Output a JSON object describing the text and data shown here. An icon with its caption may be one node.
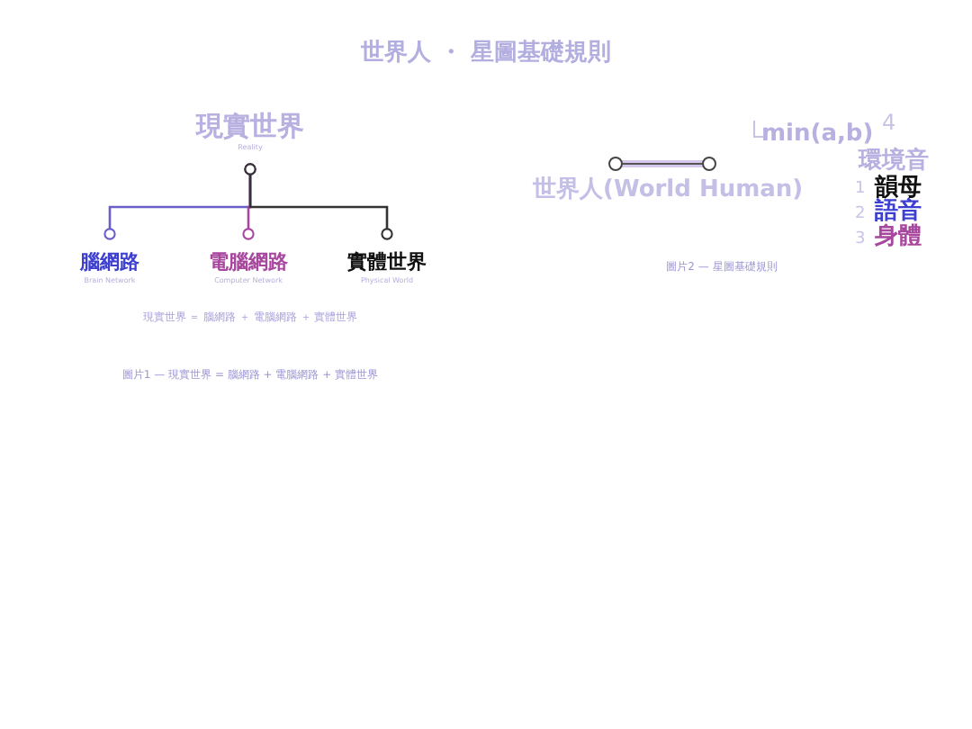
{
  "diagram": {
    "title": "世界人 ・ 星圖基礎規則",
    "nodes": [
      {
        "text": [
          "現實世界",
          "Reality"
        ]
      },
      {
        "text": [
          "腦網路",
          "Brain Network"
        ]
      },
      {
        "text": [
          "電腦網路",
          "Computer Network"
        ]
      },
      {
        "text": [
          "實體世界",
          "Physical World"
        ]
      }
    ],
    "edges": [
      {
        "from": 0,
        "to": 1,
        "arrow": "other",
        "color": "#6a5fc8"
      },
      {
        "from": 0,
        "to": 2,
        "arrow": "other",
        "color": "#a8479e"
      },
      {
        "from": 0,
        "to": 3,
        "arrow": "other",
        "color": "#333333"
      }
    ],
    "labels": [
      "現實世界 ＝ 腦網路 ＋ 電腦網路 ＋ 實體世界",
      "圖片1 — 現實世界 = 腦網路 + 電腦網路 + 實體世界",
      "min(a,b)",
      "4",
      "環境音",
      "世界人(World Human)",
      "1",
      "韻母",
      "2",
      "語音",
      "3",
      "身體",
      "圖片2 — 星圖基礎規則"
    ]
  }
}
